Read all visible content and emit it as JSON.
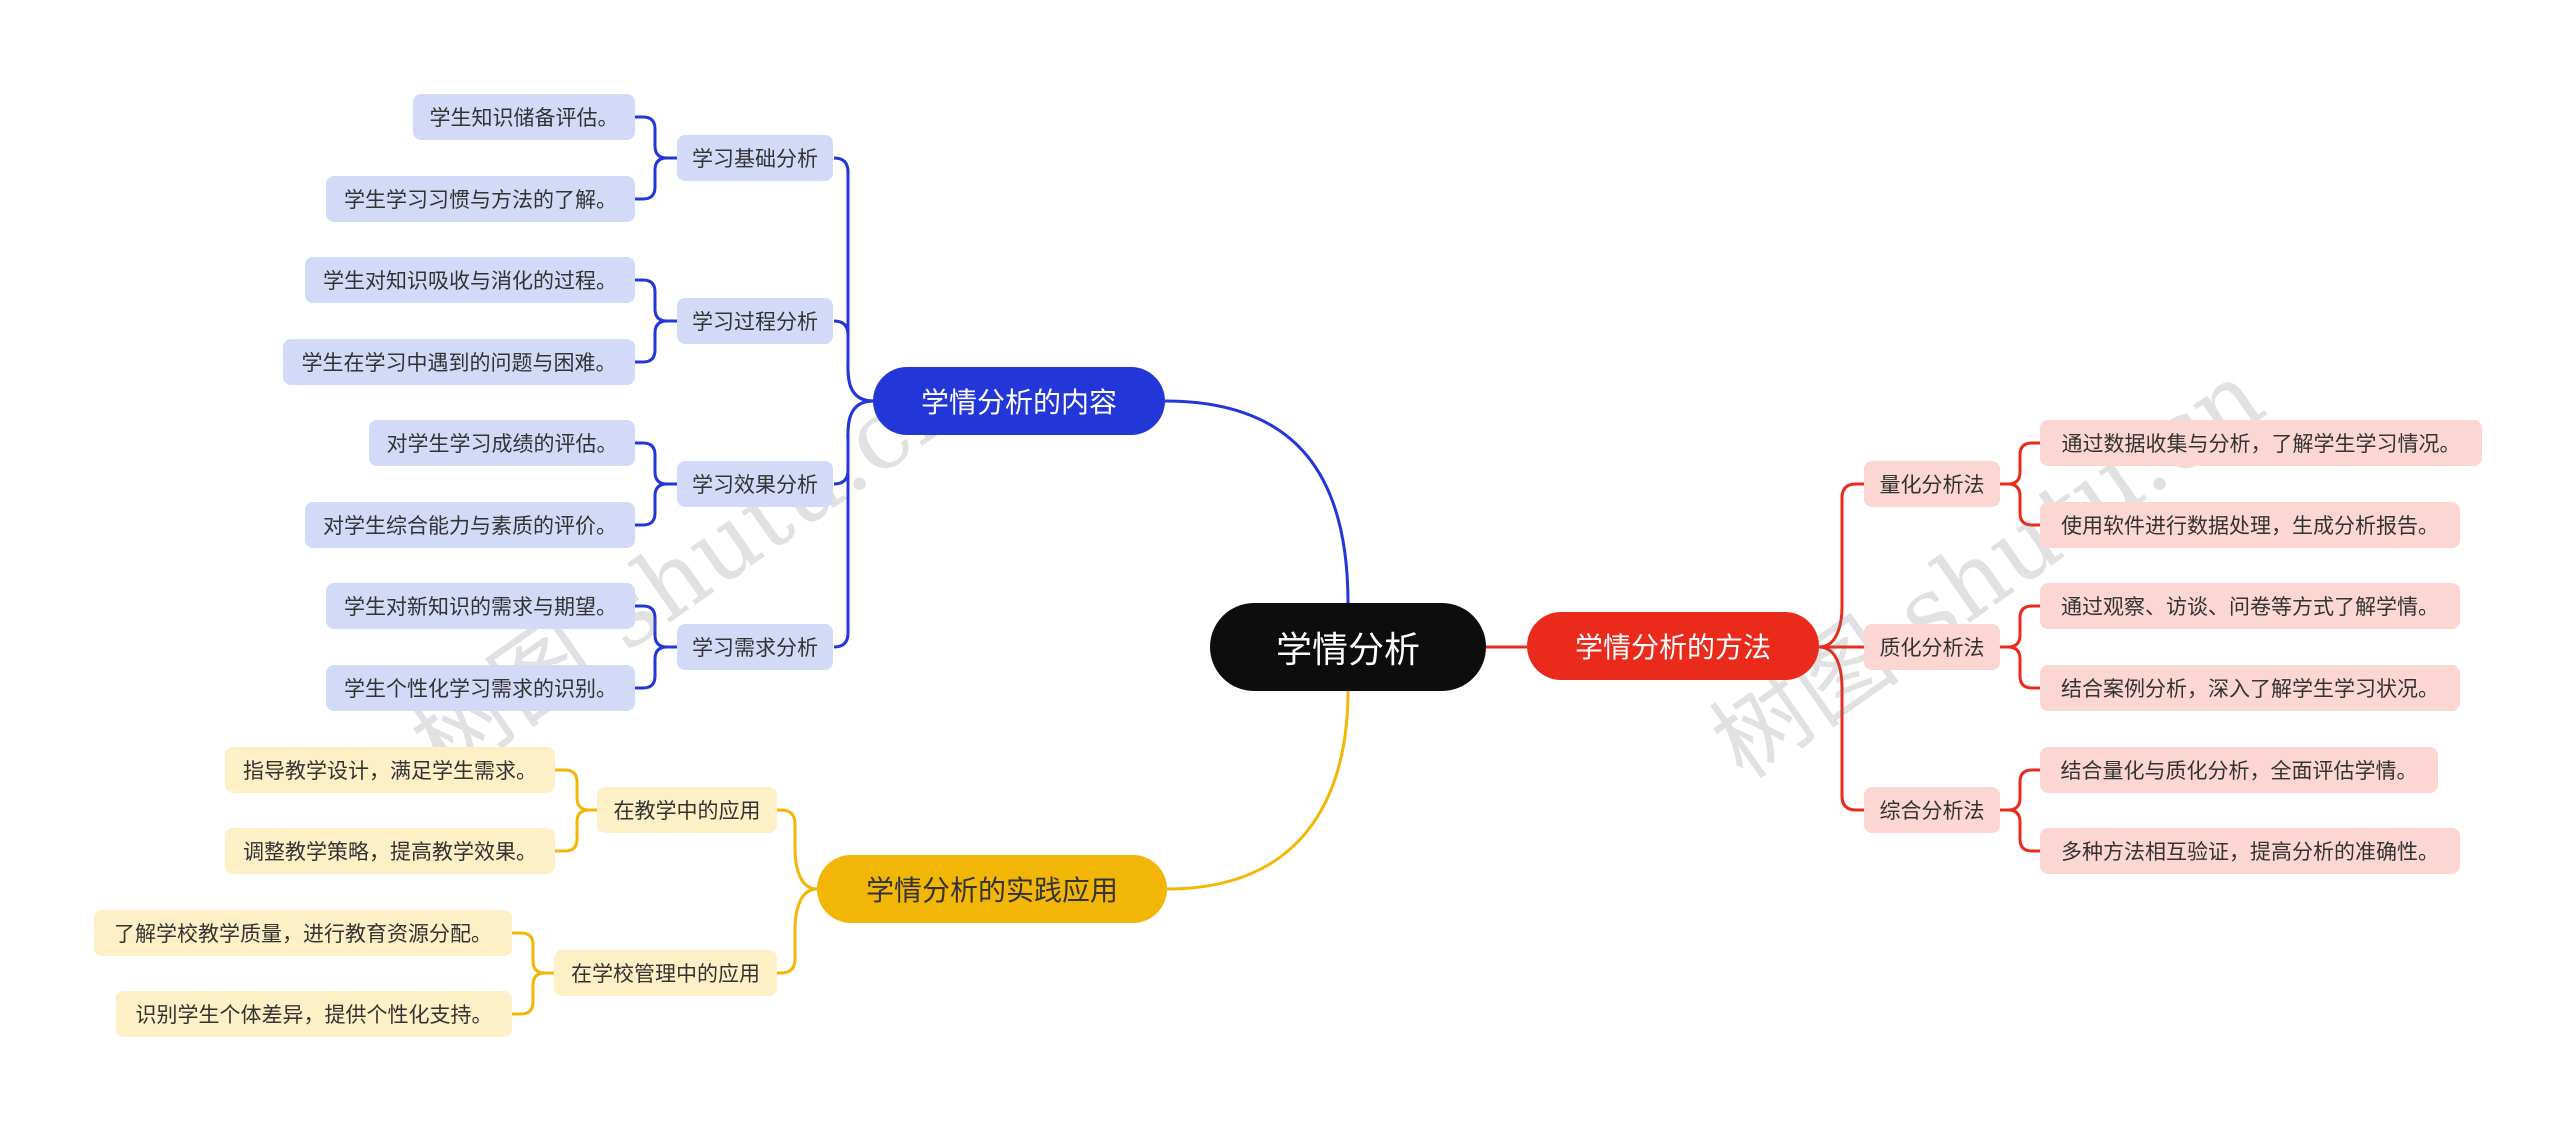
{
  "root": "学情分析",
  "branches": {
    "content": {
      "label": "学情分析的内容",
      "color": "#2336d8",
      "children": [
        {
          "label": "学习基础分析",
          "items": [
            "学生知识储备评估。",
            "学生学习习惯与方法的了解。"
          ]
        },
        {
          "label": "学习过程分析",
          "items": [
            "学生对知识吸收与消化的过程。",
            "学生在学习中遇到的问题与困难。"
          ]
        },
        {
          "label": "学习效果分析",
          "items": [
            "对学生学习成绩的评估。",
            "对学生综合能力与素质的评价。"
          ]
        },
        {
          "label": "学习需求分析",
          "items": [
            "学生对新知识的需求与期望。",
            "学生个性化学习需求的识别。"
          ]
        }
      ]
    },
    "methods": {
      "label": "学情分析的方法",
      "color": "#ea2b1c",
      "children": [
        {
          "label": "量化分析法",
          "items": [
            "通过数据收集与分析，了解学生学习情况。",
            "使用软件进行数据处理，生成分析报告。"
          ]
        },
        {
          "label": "质化分析法",
          "items": [
            "通过观察、访谈、问卷等方式了解学情。",
            "结合案例分析，深入了解学生学习状况。"
          ]
        },
        {
          "label": "综合分析法",
          "items": [
            "结合量化与质化分析，全面评估学情。",
            "多种方法相互验证，提高分析的准确性。"
          ]
        }
      ]
    },
    "application": {
      "label": "学情分析的实践应用",
      "color": "#f2b706",
      "children": [
        {
          "label": "在教学中的应用",
          "items": [
            "指导教学设计，满足学生需求。",
            "调整教学策略，提高教学效果。"
          ]
        },
        {
          "label": "在学校管理中的应用",
          "items": [
            "了解学校教学质量，进行教育资源分配。",
            "识别学生个体差异，提供个性化支持。"
          ]
        }
      ]
    }
  },
  "watermarks": [
    "树图 shutu.cn",
    "树图 shutu.cn"
  ]
}
